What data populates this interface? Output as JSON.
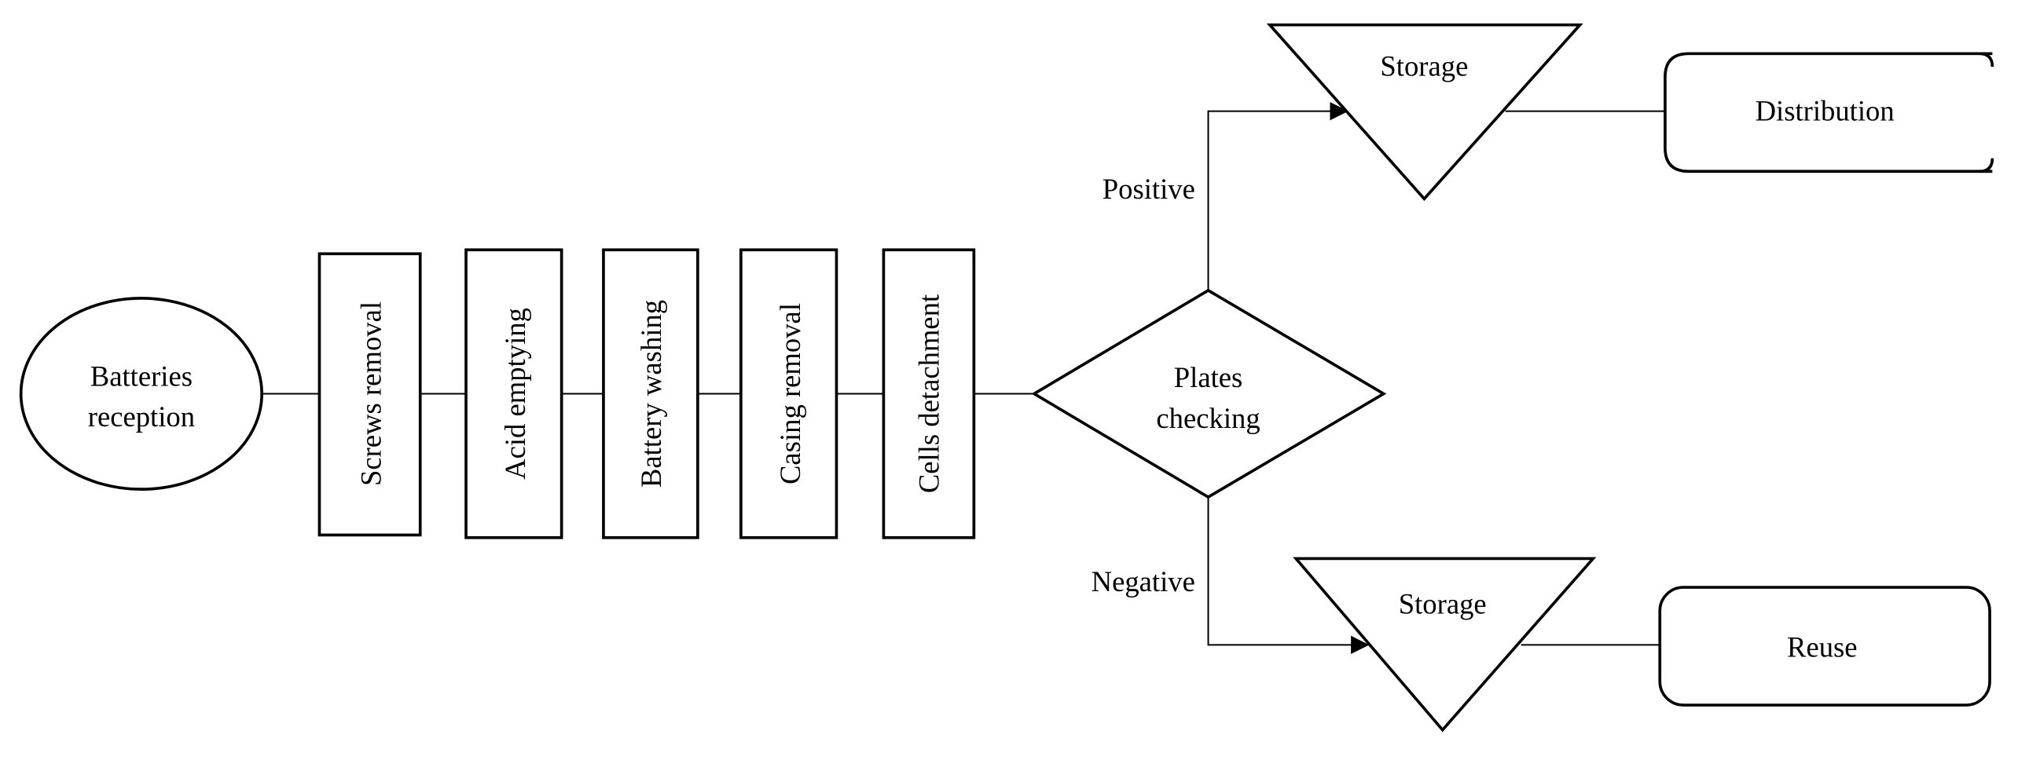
{
  "diagram": {
    "title": "Lead-acid battery disassembly process flow",
    "colors": {
      "stroke": "#000000",
      "fill": "#ffffff",
      "text": "#000000"
    },
    "start": {
      "label_line1": "Batteries",
      "label_line2": "reception"
    },
    "steps": [
      {
        "label": "Screws removal"
      },
      {
        "label": "Acid emptying"
      },
      {
        "label": "Battery washing"
      },
      {
        "label": "Casing removal"
      },
      {
        "label": "Cells detachment"
      }
    ],
    "decision": {
      "label_line1": "Plates",
      "label_line2": "checking"
    },
    "branches": {
      "positive": {
        "label": "Positive",
        "storage": "Storage",
        "terminal": "Distribution"
      },
      "negative": {
        "label": "Negative",
        "storage": "Storage",
        "terminal": "Reuse"
      }
    }
  }
}
